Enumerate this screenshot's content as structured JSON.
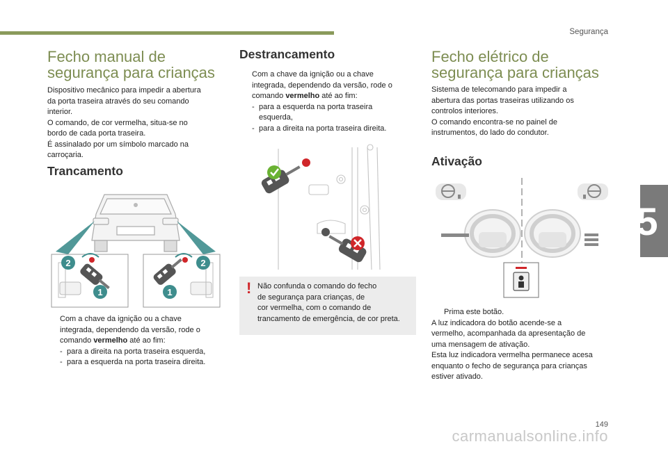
{
  "header": {
    "section": "Segurança"
  },
  "chapter": "5",
  "page_number": "149",
  "watermark": "carmanualsonline.info",
  "col1": {
    "title_line1": "Fecho manual de",
    "title_line2": "segurança para crianças",
    "intro": [
      "Dispositivo mecânico para impedir a abertura",
      "da porta traseira através do seu comando",
      "interior.",
      "O comando, de cor vermelha, situa-se no",
      "bordo de cada porta traseira.",
      "É assinalado por um símbolo marcado na",
      "carroçaria."
    ],
    "subtitle": "Trancamento",
    "bullet_marker": "",
    "bullet_pre": "Com a chave da ignição ou a chave",
    "bullet_line2": "integrada, dependendo da versão, rode o",
    "bullet_line3_pre": "comando ",
    "bullet_bold": "vermelho",
    "bullet_line3_post": " até ao fim:",
    "sub1": "para a direita na porta traseira esquerda,",
    "sub2": "para a esquerda na porta traseira direita.",
    "figure_labels": {
      "step1": "1",
      "step2": "2"
    }
  },
  "col2": {
    "title": "Destrancamento",
    "bullet_marker": "",
    "bullet_pre": "Com a chave da ignição ou a chave",
    "bullet_line2": "integrada, dependendo da versão, rode o",
    "bullet_line3_pre": "comando ",
    "bullet_bold": "vermelho",
    "bullet_line3_post": " até ao fim:",
    "sub1a": "para a esquerda na porta traseira",
    "sub1b": "esquerda,",
    "sub2": "para a direita na porta traseira direita.",
    "warning_mark": "!",
    "warning": [
      "Não confunda o comando do fecho",
      "de segurança para crianças, de",
      "cor vermelha, com o comando de",
      "trancamento de emergência, de cor preta."
    ]
  },
  "col3": {
    "title_line1": "Fecho elétrico de",
    "title_line2": "segurança para crianças",
    "intro": [
      "Sistema de telecomando para impedir a",
      "abertura das portas traseiras utilizando os",
      "controlos interiores.",
      "O comando encontra-se no painel de",
      "instrumentos, do lado do condutor."
    ],
    "subtitle": "Ativação",
    "bullet_marker": "",
    "bullet": "Prima este botão.",
    "body": [
      "A luz indicadora do botão acende-se a",
      "vermelho, acompanhada da apresentação de",
      "uma mensagem de ativação.",
      "Esta luz indicadora vermelha permanece acesa",
      "enquanto o fecho de segurança para crianças",
      "estiver ativado."
    ]
  },
  "colors": {
    "accent": "#7d8d52",
    "bar": "#8a9a5b",
    "teal": "#3e8d8d",
    "red": "#d0262a",
    "green": "#6ab233"
  }
}
